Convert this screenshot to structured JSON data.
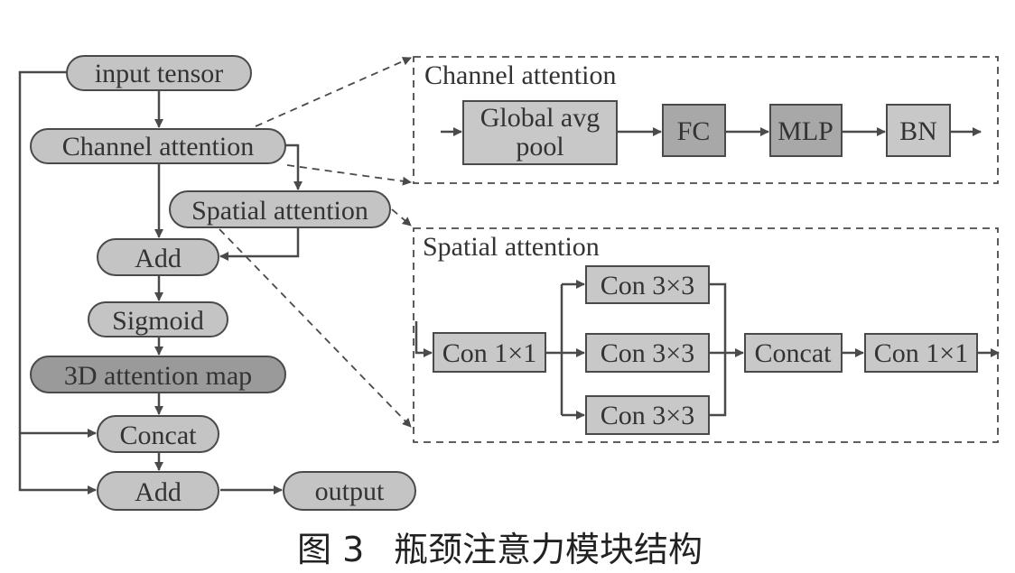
{
  "colors": {
    "pill_fill": "#c4c4c4",
    "pill_dark_fill": "#9a9a9a",
    "box_fill": "#c8c8c8",
    "box_dark_fill": "#a8a8a8",
    "stroke": "#4a4a4a"
  },
  "main_flow": {
    "input": "input tensor",
    "channel": "Channel attention",
    "spatial": "Spatial attention",
    "add1": "Add",
    "sigmoid": "Sigmoid",
    "attention_map": "3D attention map",
    "concat": "Concat",
    "add2": "Add",
    "output": "output"
  },
  "channel_panel": {
    "title": "Channel attention",
    "gap_line1": "Global avg",
    "gap_line2": "pool",
    "fc": "FC",
    "mlp": "MLP",
    "bn": "BN"
  },
  "spatial_panel": {
    "title": "Spatial attention",
    "conv_in": "Con 1×1",
    "conv_a": "Con 3×3",
    "conv_b": "Con 3×3",
    "conv_c": "Con 3×3",
    "concat": "Concat",
    "conv_out": "Con 1×1"
  },
  "caption": {
    "label": "图 3",
    "title": "瓶颈注意力模块结构"
  }
}
